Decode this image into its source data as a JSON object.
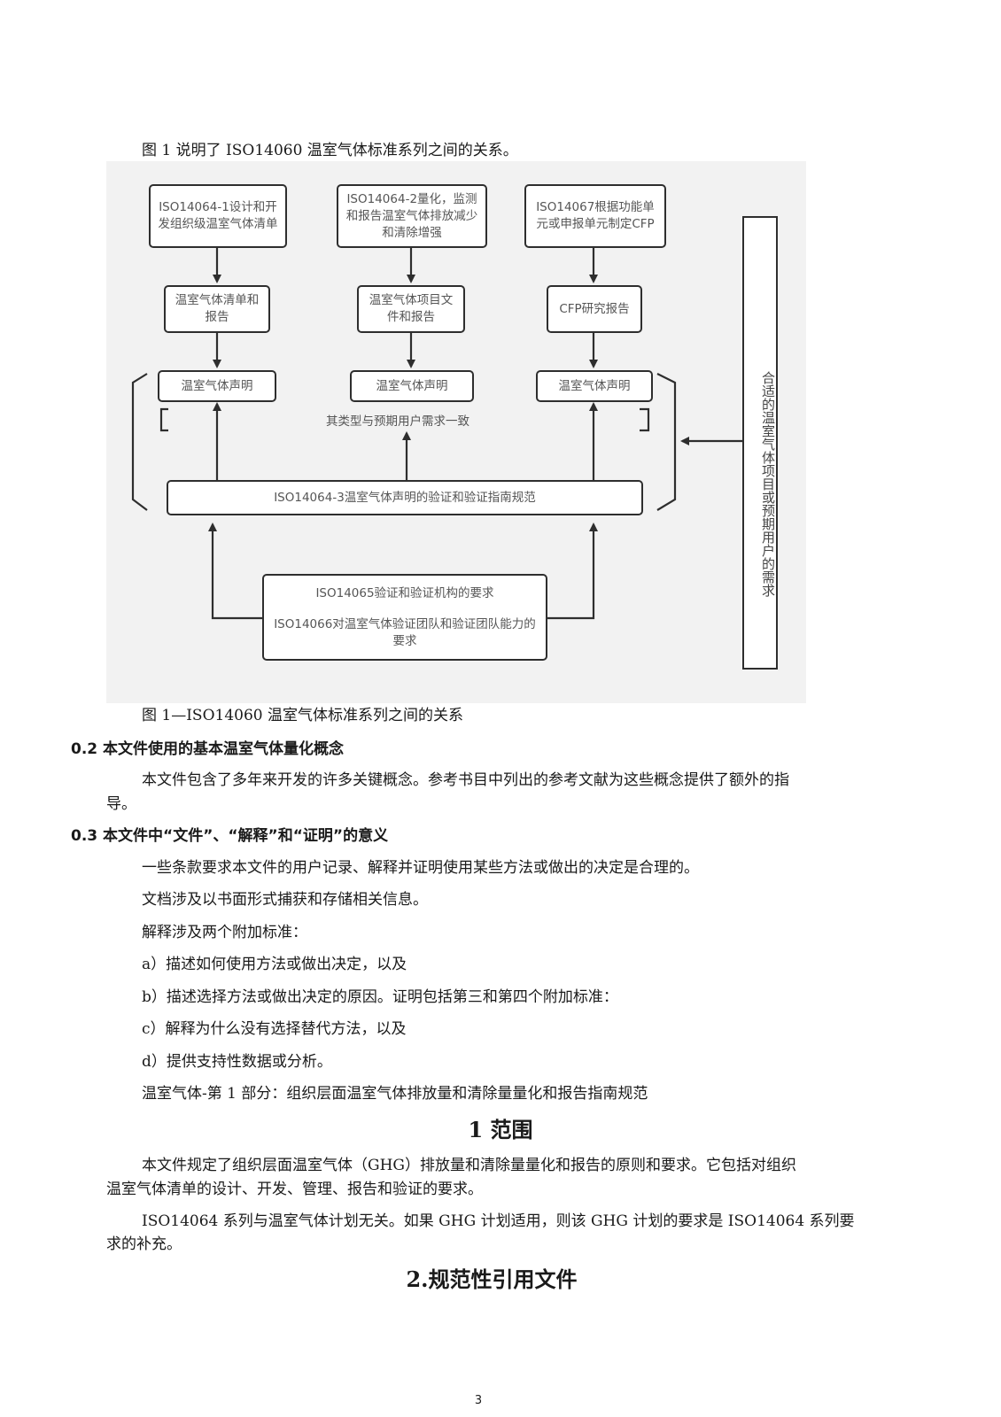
{
  "intro": "图 1 说明了 ISO14060 温室气体标准系列之间的关系。",
  "figure": {
    "top_boxes": [
      "ISO14064-1设计和开发组织级温室气体清单",
      "ISO14064-2量化，监测和报告温室气体排放减少和清除增强",
      "ISO14067根据功能单元或申报单元制定CFP"
    ],
    "mid_boxes": [
      "温室气体清单和报告",
      "温室气体项目文件和报告",
      "CFP研究报告"
    ],
    "claim_boxes": [
      "温室气体声明",
      "温室气体声明",
      "温室气体声明"
    ],
    "consistency_note": "其类型与预期用户需求一致",
    "verification_box": "ISO14064-3温室气体声明的验证和验证指南规范",
    "bottom_box": {
      "line1": "ISO14065验证和验证机构的要求",
      "line2": "ISO14066对温室气体验证团队和验证团队能力的要求"
    },
    "side_box": "合适的温室气体项目或预期用户的需求",
    "caption": "图 1—ISO14060 温室气体标准系列之间的关系"
  },
  "section_02": {
    "heading": "0.2 本文件使用的基本温室气体量化概念",
    "para1": "本文件包含了多年来开发的许多关键概念。参考书目中列出的参考文献为这些概念提供了额外的指",
    "para1_cont": "导。"
  },
  "section_03": {
    "heading": "0.3 本文件中“文件”、“解释”和“证明”的意义",
    "lines": [
      "一些条款要求本文件的用户记录、解释并证明使用某些方法或做出的决定是合理的。",
      "文档涉及以书面形式捕获和存储相关信息。",
      "解释涉及两个附加标准：",
      "a）描述如何使用方法或做出决定，以及",
      "b）描述选择方法或做出决定的原因。证明包括第三和第四个附加标准：",
      "c）解释为什么没有选择替代方法，以及",
      "d）提供支持性数据或分析。",
      "温室气体-第 1 部分：组织层面温室气体排放量和清除量量化和报告指南规范"
    ]
  },
  "section_1": {
    "heading": "1 范围",
    "para1": "本文件规定了组织层面温室气体（GHG）排放量和清除量量化和报告的原则和要求。它包括对组织",
    "para1_cont": "温室气体清单的设计、开发、管理、报告和验证的要求。",
    "para2": "ISO14064 系列与温室气体计划无关。如果 GHG 计划适用，则该 GHG 计划的要求是 ISO14064 系列要",
    "para2_cont": "求的补充。"
  },
  "section_2": {
    "heading": "2.规范性引用文件"
  },
  "page_number": "3"
}
